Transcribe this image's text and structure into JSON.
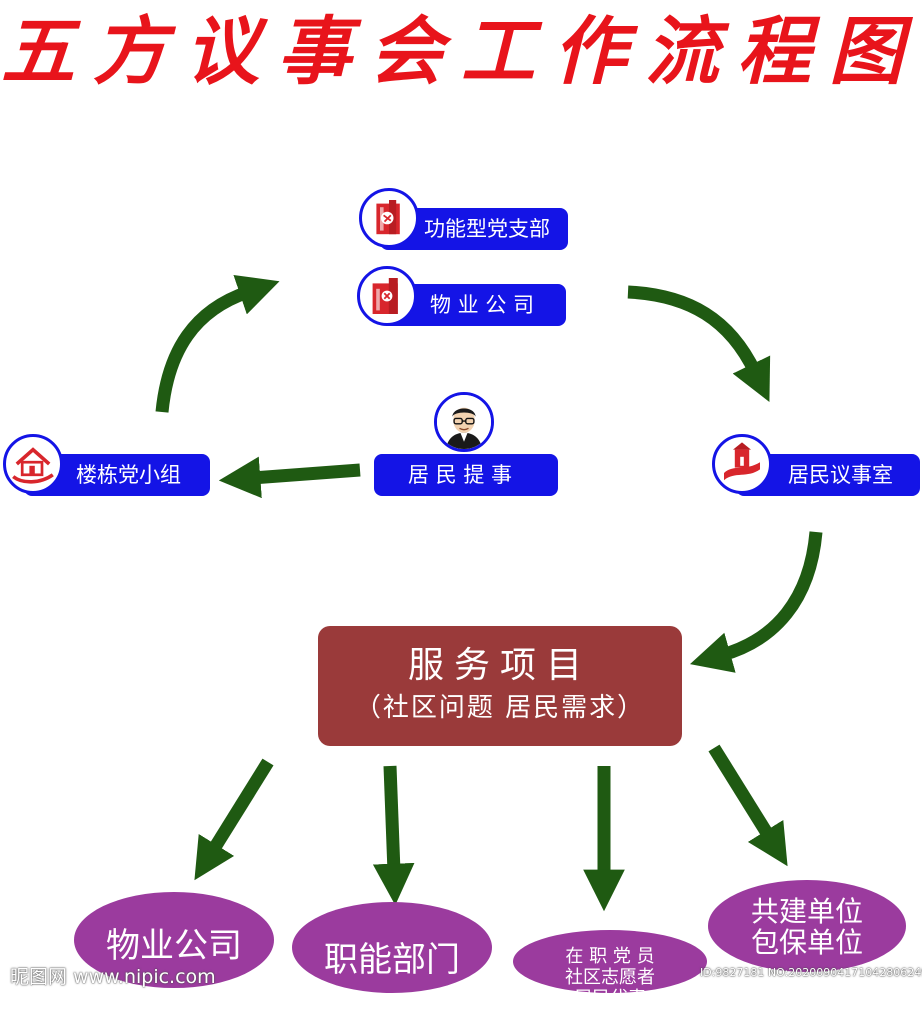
{
  "title": "五方议事会工作流程图",
  "nodes": {
    "functional_branch": "功能型党支部",
    "property_company_top": "物 业 公 司",
    "building_group": "楼栋党小组",
    "resident_issue": "居 民 提 事",
    "resident_council_room": "居民议事室"
  },
  "service": {
    "main": "服务项目",
    "sub": "（社区问题  居民需求）"
  },
  "outputs": {
    "property_company": "物业公司",
    "functional_departments": "职能部门",
    "member_line1": "在 职 党 员",
    "member_line2": "社区志愿者",
    "member_line3": "居民代表",
    "unit_line1": "共建单位",
    "unit_line2": "包保单位"
  },
  "watermark": {
    "left": "昵图网 www.nipic.com",
    "right": "ID:9827181 NO:20200904171042806249"
  },
  "colors": {
    "title": "#e8141b",
    "pill": "#1414e6",
    "arrow": "#1f5a12",
    "service": "#9a3a3a",
    "oval": "#9b3b9e"
  }
}
